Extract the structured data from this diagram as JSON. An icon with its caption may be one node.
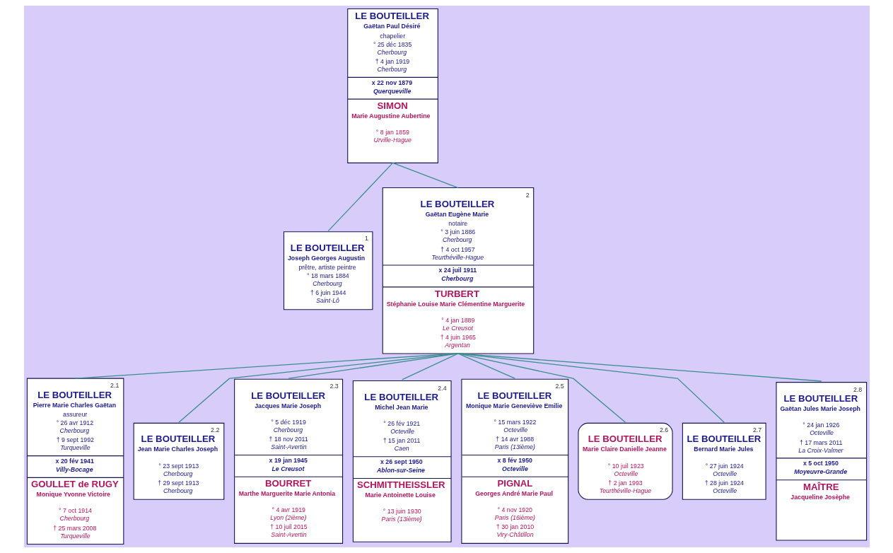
{
  "diagram": {
    "nodes": [
      {
        "text": [
          "LE BOUTEILLER",
          "Gaëtan Paul Désiré",
          "chapelier",
          "° 25 déc 1835",
          "Cherbourg",
          "† 4 jan 1919",
          "Cherbourg",
          "x 22 nov 1879",
          "Querqueville",
          "SIMON",
          "Marie Augustine Aubertine",
          "° 8 jan 1859",
          "Urville-Hague"
        ]
      },
      {
        "text": [
          "1",
          "LE BOUTEILLER",
          "Joseph Georges Augustin",
          "prêtre, artiste peintre",
          "° 18 mars 1884",
          "Cherbourg",
          "† 6 juin 1944",
          "Saint-Lô"
        ]
      },
      {
        "text": [
          "2",
          "LE BOUTEILLER",
          "Gaëtan Eugène Marie",
          "notaire",
          "° 3 juin 1886",
          "Cherbourg",
          "† 4 oct 1957",
          "Teurthéville-Hague",
          "x 24 juil 1911",
          "Cherbourg",
          "TURBERT",
          "Stéphanie Louise Marie Clémentine Marguerite",
          "° 4 jan 1889",
          "Le Creusot",
          "† 4 juin 1965",
          "Argentan"
        ]
      },
      {
        "text": [
          "2.1",
          "LE BOUTEILLER",
          "Pierre Marie Charles Gaëtan",
          "assureur",
          "° 26 avr 1912",
          "Cherbourg",
          "† 9 sept 1992",
          "Turqueville",
          "x 20 fév 1941",
          "Villy-Bocage",
          "GOULLET de RUGY",
          "Monique Yvonne Victoire",
          "° 7 oct 1914",
          "Cherbourg",
          "† 25 mars 2008",
          "Turqueville"
        ]
      },
      {
        "text": [
          "2.2",
          "LE BOUTEILLER",
          "Jean Marie Charles Joseph",
          "° 23 sept 1913",
          "Cherbourg",
          "† 29 sept 1913",
          "Cherbourg"
        ]
      },
      {
        "text": [
          "2.3",
          "LE BOUTEILLER",
          "Jacques Marie Joseph",
          "° 5 déc 1919",
          "Cherbourg",
          "† 18 nov 2011",
          "Saint-Avertin",
          "x 19 jan 1945",
          "Le Creusot",
          "BOURRET",
          "Marthe Marguerite Marie Antonia",
          "° 4 avr 1919",
          "Lyon (2ième)",
          "† 10 juil 2015",
          "Saint-Avertin"
        ]
      },
      {
        "text": [
          "2.4",
          "LE BOUTEILLER",
          "Michel Jean Marie",
          "° 26 fév 1921",
          "Octeville",
          "† 15 jan 2011",
          "Caen",
          "x 26 sept 1950",
          "Ablon-sur-Seine",
          "SCHMITTHEISSLER",
          "Marie Antoinette Louise",
          "° 13 juin 1930",
          "Paris (13ième)"
        ]
      },
      {
        "text": [
          "2.5",
          "LE BOUTEILLER",
          "Monique Marie Geneviève Emilie",
          "° 15 mars 1922",
          "Octeville",
          "† 14 avr 1988",
          "Paris (13ième)",
          "x 8 fév 1950",
          "Octeville",
          "PIGNAL",
          "Georges André Marie Paul",
          "° 4 nov 1920",
          "Paris (16ième)",
          "† 30 jan 2010",
          "Viry-Châtillon"
        ]
      },
      {
        "text": [
          "2.6",
          "LE BOUTEILLER",
          "Marie Claire Danielle Jeanne",
          "° 10 juil 1923",
          "Octeville",
          "† 2 jan 1993",
          "Teurthéville-Hague"
        ]
      },
      {
        "text": [
          "2.7",
          "LE BOUTEILLER",
          "Bernard Marie Jules",
          "° 27 juin 1924",
          "Octeville",
          "† 28 juin 1924",
          "Octeville"
        ]
      },
      {
        "text": [
          "2.8",
          "LE BOUTEILLER",
          "Gaëtan Jules Marie Joseph",
          "° 24 jan 1926",
          "Octeville",
          "† 17 mars 2011",
          "La Croix-Valmer",
          "x 5 oct 1950",
          "Moyeuvre-Grande",
          "MAÎTRE",
          "Jacqueline Josèphe"
        ]
      }
    ],
    "edges": [
      {
        "from": 0,
        "to": 1,
        "arrow": "none"
      },
      {
        "from": 0,
        "to": 2,
        "arrow": "none"
      },
      {
        "from": 2,
        "to": 3,
        "arrow": "none"
      },
      {
        "from": 2,
        "to": 4,
        "arrow": "none"
      },
      {
        "from": 2,
        "to": 5,
        "arrow": "none"
      },
      {
        "from": 2,
        "to": 6,
        "arrow": "none"
      },
      {
        "from": 2,
        "to": 7,
        "arrow": "none"
      },
      {
        "from": 2,
        "to": 8,
        "arrow": "none"
      },
      {
        "from": 2,
        "to": 9,
        "arrow": "none"
      },
      {
        "from": 2,
        "to": 10,
        "arrow": "none"
      }
    ]
  }
}
